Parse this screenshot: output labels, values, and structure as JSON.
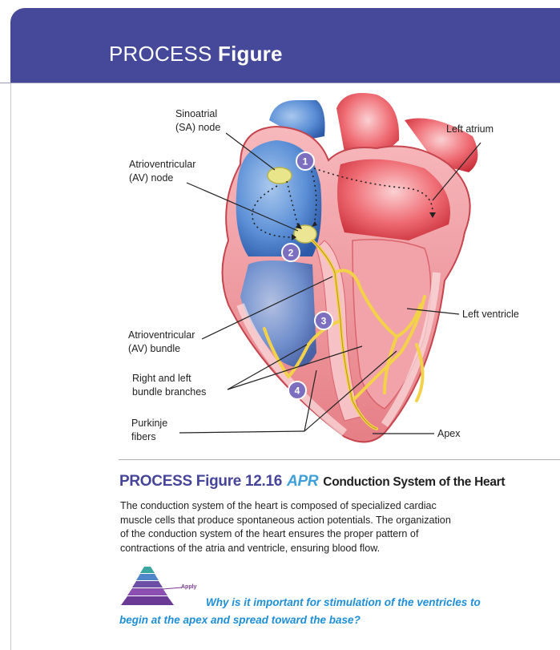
{
  "header": {
    "title_light": "PROCESS",
    "title_bold": "Figure"
  },
  "labels": {
    "sa_node": [
      "Sinoatrial",
      "(SA) node"
    ],
    "av_node": [
      "Atrioventricular",
      "(AV) node"
    ],
    "av_bundle": [
      "Atrioventricular",
      "(AV) bundle"
    ],
    "bundle_branches": [
      "Right and left",
      "bundle branches"
    ],
    "purkinje": [
      "Purkinje",
      "fibers"
    ],
    "left_atrium": "Left atrium",
    "left_ventricle": "Left ventricle",
    "apex": "Apex"
  },
  "steps": [
    "1",
    "2",
    "3",
    "4"
  ],
  "caption": {
    "figure_label": "PROCESS Figure 12.16",
    "apr": "APR",
    "title": "Conduction System of the Heart",
    "body_lines": [
      "The conduction system of the heart is composed of specialized cardiac",
      "muscle cells that produce spontaneous action potentials. The organization",
      "of the conduction system of the heart ensures the proper pattern of",
      "contractions of the atria and ventricle, ensuring blood flow."
    ]
  },
  "apply": {
    "label": "Apply",
    "question_line1": "Why is it important for stimulation of the ventricles to",
    "question_line2": "begin at the apex and spread toward the base?"
  },
  "colors": {
    "header": "#46499a",
    "heading_purple": "#47459a",
    "apr_blue": "#3f9fd9",
    "question_blue": "#1e8fd6",
    "step_badge": "#7c6fc0",
    "conduction_yellow": "#f3d24a"
  }
}
